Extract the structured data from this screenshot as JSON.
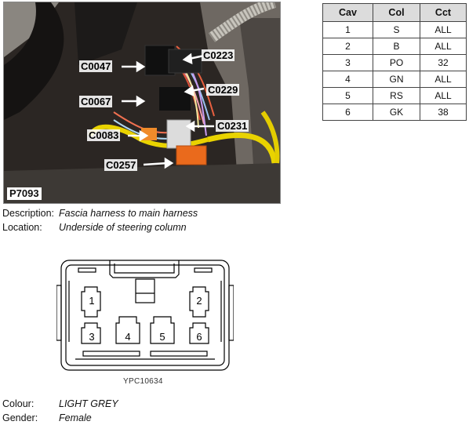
{
  "photo": {
    "id_label": "P7093",
    "callouts": [
      {
        "id": "c0047",
        "label": "C0047"
      },
      {
        "id": "c0223",
        "label": "C0223"
      },
      {
        "id": "c0229",
        "label": "C0229"
      },
      {
        "id": "c0067",
        "label": "C0067"
      },
      {
        "id": "c0231",
        "label": "C0231"
      },
      {
        "id": "c0083",
        "label": "C0083"
      },
      {
        "id": "c0257",
        "label": "C0257"
      }
    ]
  },
  "pin_table": {
    "headers": [
      "Cav",
      "Col",
      "Cct"
    ],
    "rows": [
      [
        "1",
        "S",
        "ALL"
      ],
      [
        "2",
        "B",
        "ALL"
      ],
      [
        "3",
        "PO",
        "32"
      ],
      [
        "4",
        "GN",
        "ALL"
      ],
      [
        "5",
        "RS",
        "ALL"
      ],
      [
        "6",
        "GK",
        "38"
      ]
    ]
  },
  "info": {
    "description_label": "Description:",
    "description_value": "Fascia harness to main harness",
    "location_label": "Location:",
    "location_value": "Underside of steering column",
    "colour_label": "Colour:",
    "colour_value": "LIGHT GREY",
    "gender_label": "Gender:",
    "gender_value": "Female"
  },
  "connector": {
    "drawing_id": "YPC10634",
    "cavity_labels": [
      "1",
      "2",
      "3",
      "4",
      "5",
      "6"
    ]
  }
}
